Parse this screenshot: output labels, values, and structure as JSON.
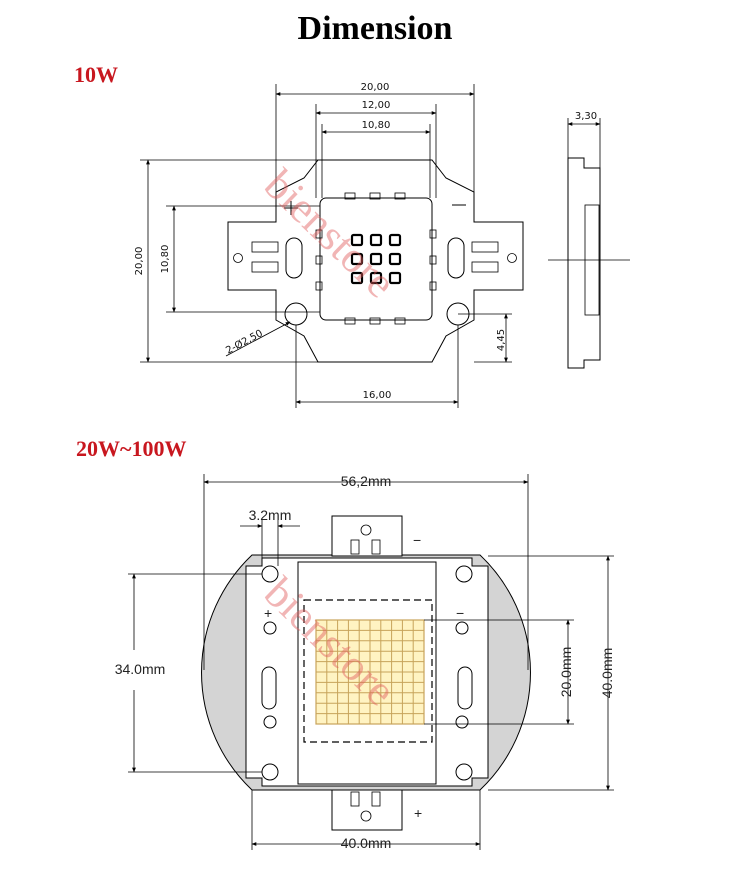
{
  "title": "Dimension",
  "section_10w": "10W",
  "section_20w": "20W~100W",
  "dims_10w": {
    "width_outer": "20,00",
    "width_mid": "12,00",
    "width_inner": "10,80",
    "height_outer": "20,00",
    "height_inner": "10,80",
    "hole": "2-Ø2,50",
    "hole_offset": "4,45",
    "bottom_width": "16,00",
    "thickness": "3,30"
  },
  "dims_20w": {
    "width_overall": "56,2mm",
    "hole_dia": "3.2mm",
    "height_holes": "34.0mm",
    "led_size": "20.0mm",
    "height_body": "40.0mm",
    "width_body": "40.0mm"
  },
  "polarity": {
    "minus": "−",
    "plus": "+"
  },
  "watermark": "bienstore",
  "colors": {
    "section": "#c8171f",
    "led_fill": "#fff3c2",
    "led_grid": "#c7a35a",
    "pcb_gray": "#d4d4d4",
    "watermark": "#e05a5a"
  }
}
